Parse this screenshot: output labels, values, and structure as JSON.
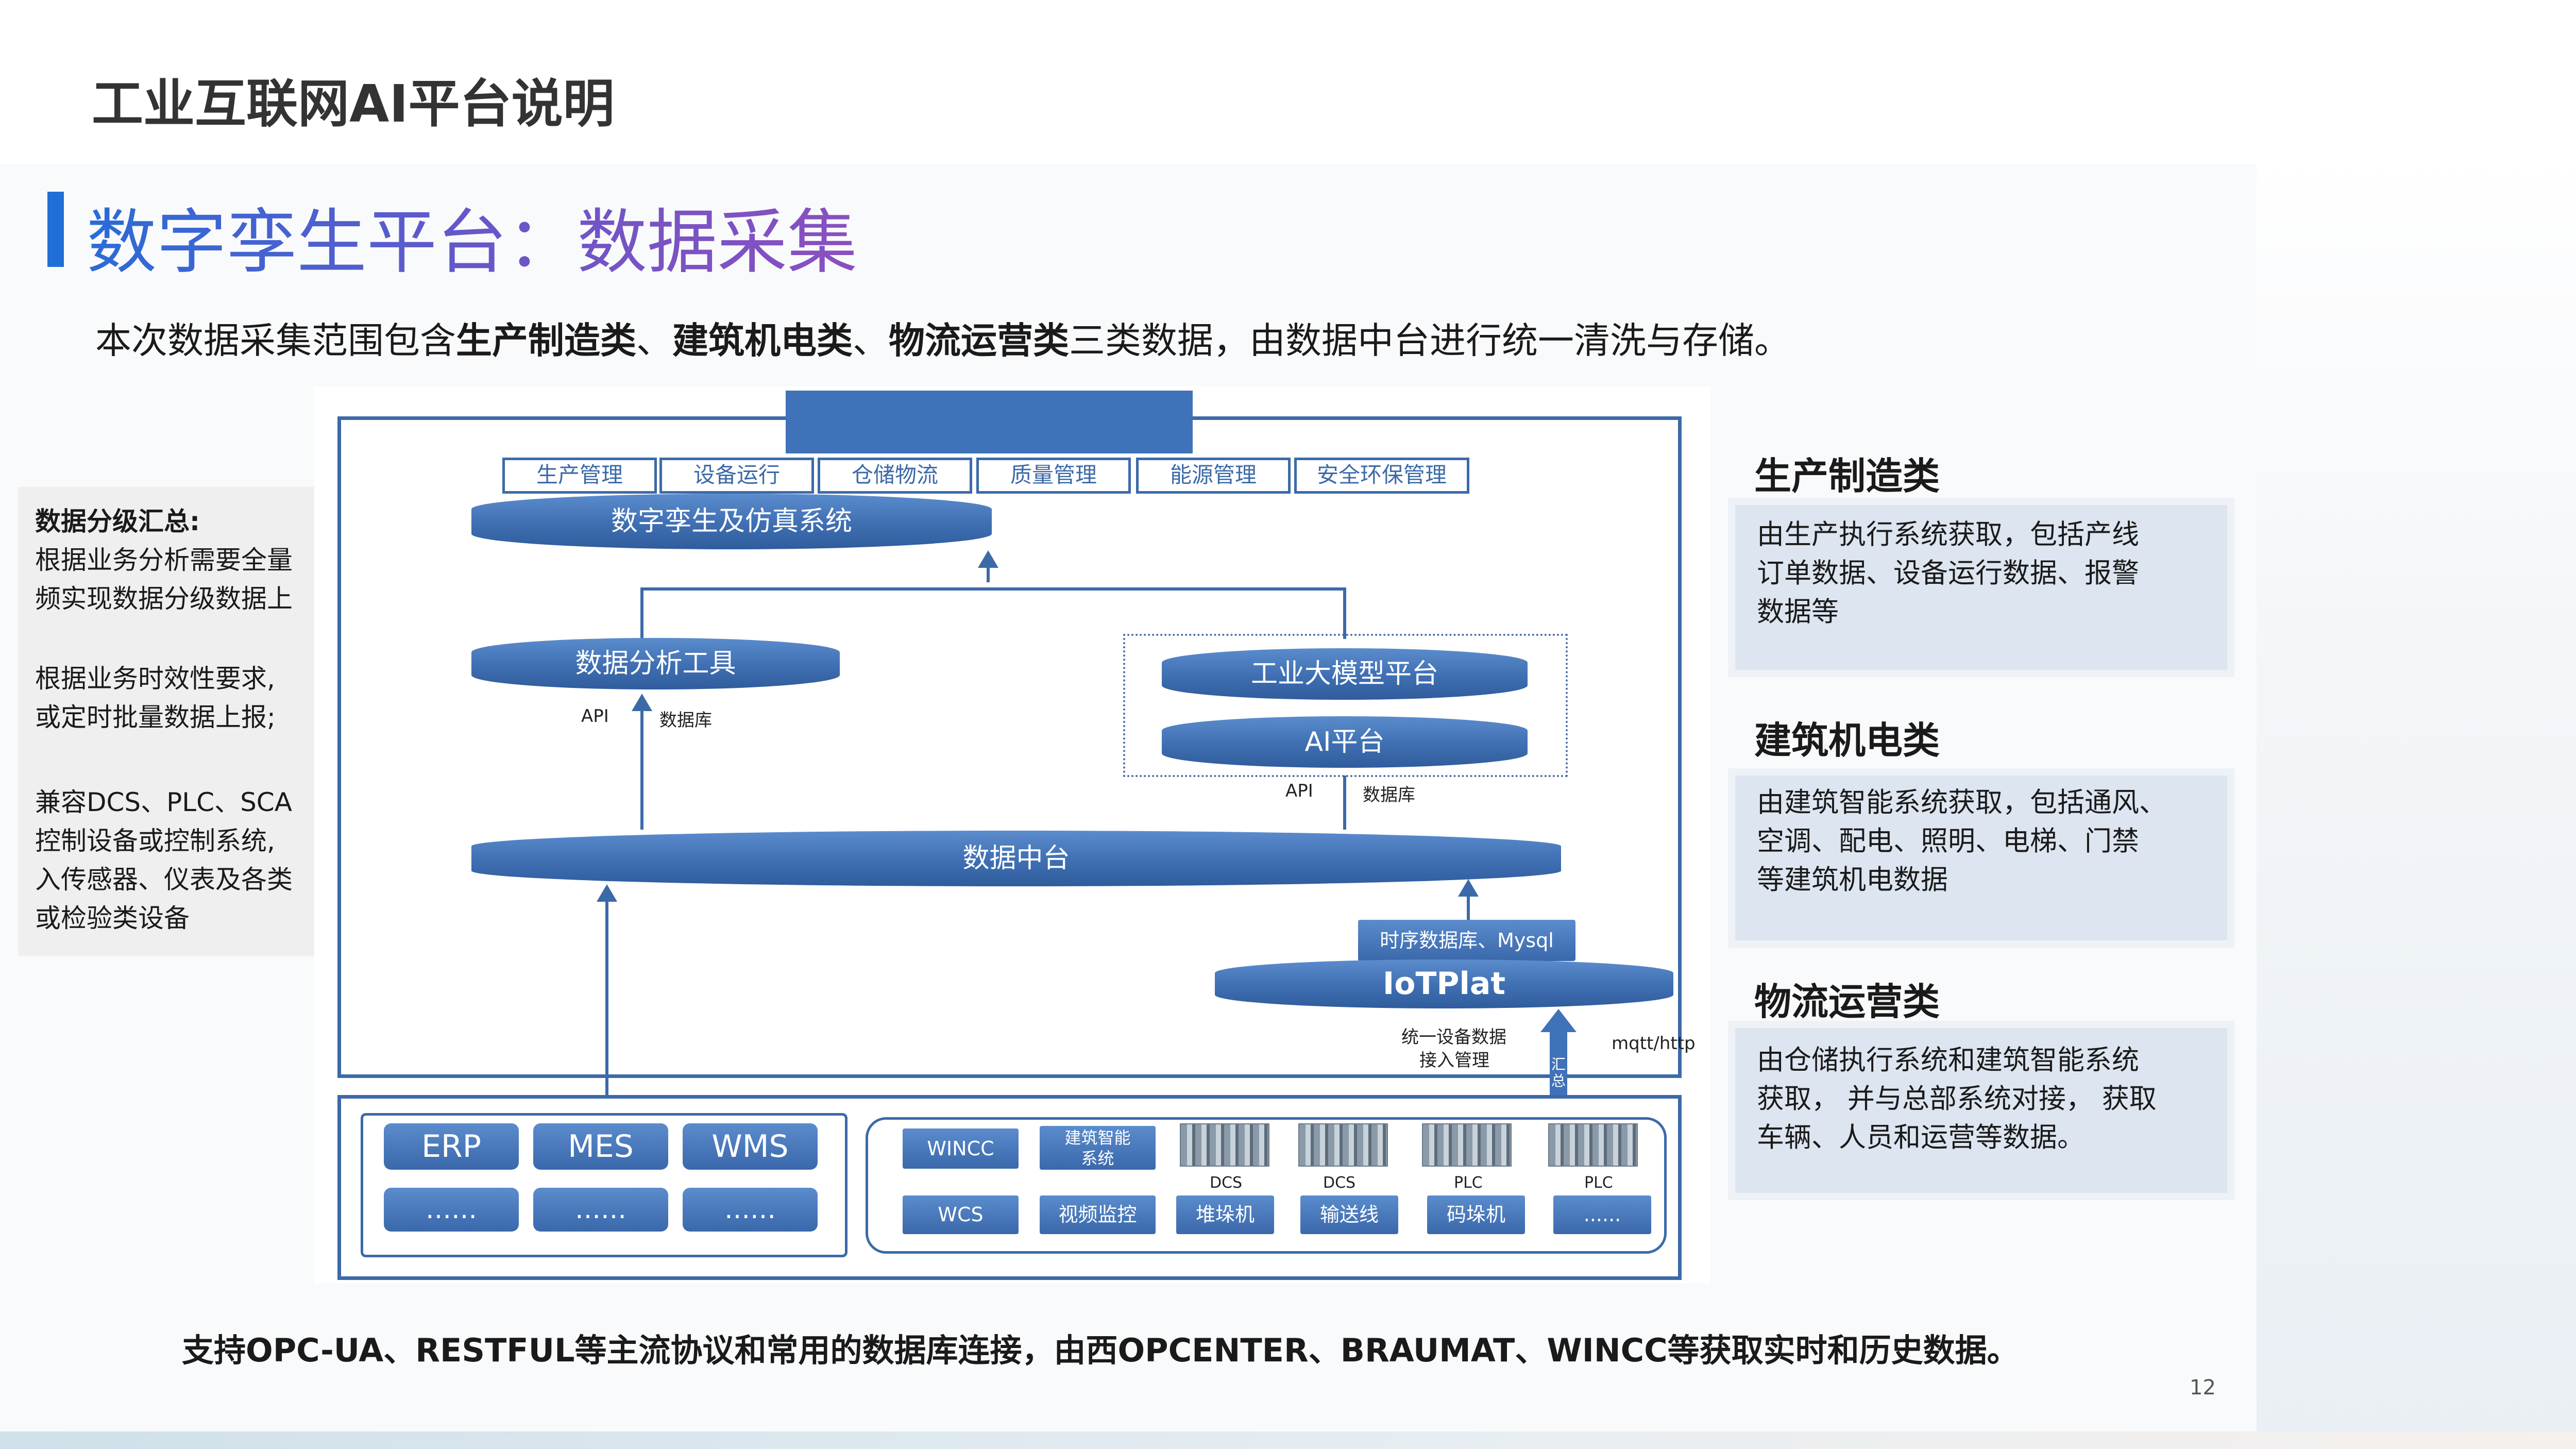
{
  "page_title": "工业互联网AI平台说明",
  "section_title": "数字孪生平台：数据采集",
  "intro": {
    "p1": "本次数据采集范围包含",
    "b1": "生产制造类",
    "s1": "、",
    "b2": "建筑机电类",
    "s2": "、",
    "b3": "物流运营类",
    "p2": "三类数据，由数据中台进行统一清洗与存储。"
  },
  "summary": {
    "title": "数据分级汇总:",
    "lines": [
      "根据业务分析需要全量",
      "频实现数据分级数据上",
      "根据业务时效性要求,",
      "或定时批量数据上报;",
      "兼容DCS、PLC、SCA",
      "控制设备或控制系统,",
      "入传感器、仪表及各类",
      "或检验类设备"
    ]
  },
  "diagram": {
    "tabs": [
      "生产管理",
      "设备运行",
      "仓储物流",
      "质量管理",
      "能源管理",
      "安全环保管理"
    ],
    "twin_system": "数字孪生及仿真系统",
    "analysis_tool": "数据分析工具",
    "llm_platform": "工业大模型平台",
    "ai_platform": "AI平台",
    "api": "API",
    "database": "数据库",
    "data_middle": "数据中台",
    "tsdb": "时序数据库、Mysql",
    "iotplat": "IoTPlat",
    "device_mgmt_1": "统一设备数据",
    "device_mgmt_2": "接入管理",
    "summary_arrow": "汇总",
    "mqtt": "mqtt/http",
    "left_buttons": [
      "ERP",
      "MES",
      "WMS"
    ],
    "ellipsis": "……",
    "wincc": "WINCC",
    "bldg_sys_1": "建筑智能",
    "bldg_sys_2": "系统",
    "wcs": "WCS",
    "video": "视频监控",
    "dcs": "DCS",
    "plc": "PLC",
    "stacker": "堆垛机",
    "conveyor": "输送线",
    "palletizer": "码垛机",
    "dots": "......"
  },
  "right": [
    {
      "heading": "生产制造类",
      "lines": [
        "由生产执行系统获取，包括产线",
        "订单数据、设备运行数据、报警",
        "数据等"
      ]
    },
    {
      "heading": "建筑机电类",
      "lines": [
        "由建筑智能系统获取，包括通风、",
        "空调、配电、照明、电梯、门禁",
        "等建筑机电数据"
      ]
    },
    {
      "heading": "物流运营类",
      "lines": [
        "由仓储执行系统和建筑智能系统",
        "获取， 并与总部系统对接， 获取",
        "车辆、人员和运营等数据。"
      ]
    }
  ],
  "footer": "支持OPC-UA、RESTFUL等主流协议和常用的数据库连接，由西OPCENTER、BRAUMAT、WINCC等获取实时和历史数据。",
  "page_number": "12",
  "colors": {
    "accent": "#1f6fd6",
    "diagram_blue": "#3c6aa8",
    "card_bg": "#dde5f0"
  }
}
